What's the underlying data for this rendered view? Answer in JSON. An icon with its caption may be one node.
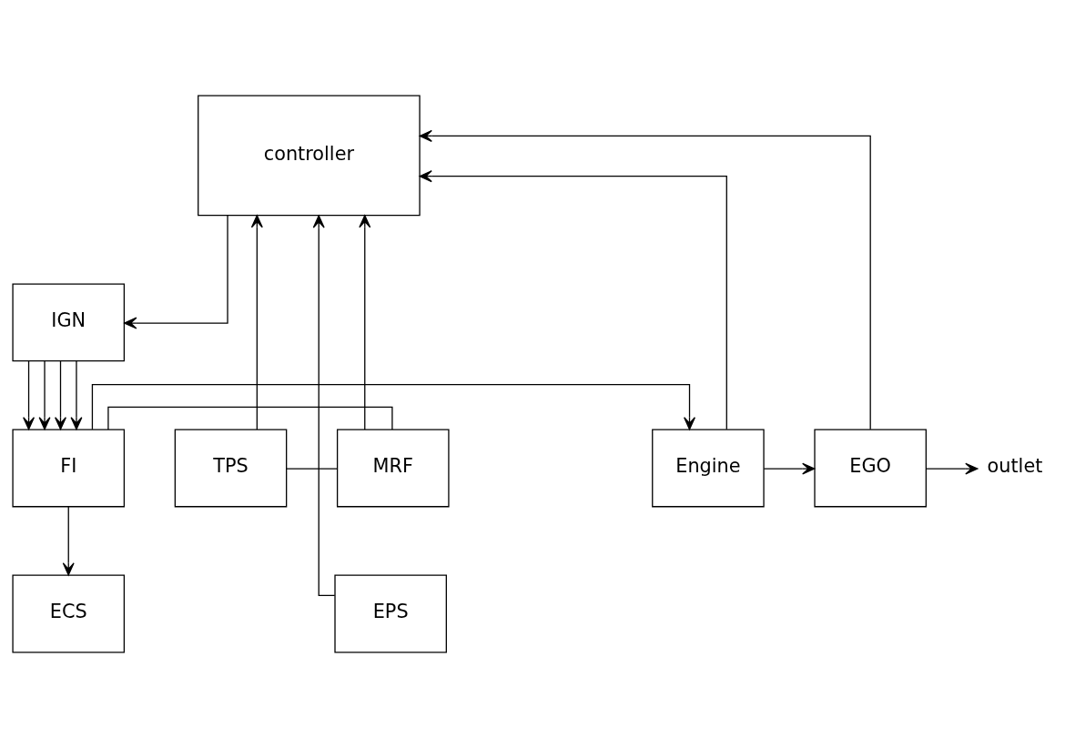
{
  "diagram": {
    "nodes": [
      {
        "text": [
          "controller"
        ]
      },
      {
        "text": [
          "IGN"
        ]
      },
      {
        "text": [
          "TPS"
        ]
      },
      {
        "text": [
          "MRF"
        ]
      },
      {
        "text": [
          "FI"
        ]
      },
      {
        "text": [
          "Engine"
        ]
      },
      {
        "text": [
          "EGO"
        ]
      },
      {
        "text": [
          "outlet"
        ]
      },
      {
        "text": [
          "EPS"
        ]
      },
      {
        "text": [
          "ECS"
        ]
      }
    ],
    "edges": [
      {
        "from": 2,
        "to": 0,
        "arrow": "to"
      },
      {
        "from": 3,
        "to": 0,
        "arrow": "to"
      },
      {
        "from": 0,
        "to": 1,
        "arrow": "to"
      },
      {
        "from": 1,
        "to": 4,
        "arrow": "to"
      },
      {
        "from": 1,
        "to": 4,
        "arrow": "to"
      },
      {
        "from": 1,
        "to": 4,
        "arrow": "to"
      },
      {
        "from": 1,
        "to": 4,
        "arrow": "to"
      },
      {
        "from": 2,
        "to": 3,
        "arrow": "none"
      },
      {
        "from": 3,
        "to": 4,
        "arrow": "none"
      },
      {
        "from": 4,
        "to": 5,
        "arrow": "to"
      },
      {
        "from": 5,
        "to": 0,
        "arrow": "to"
      },
      {
        "from": 5,
        "to": 6,
        "arrow": "to"
      },
      {
        "from": 6,
        "to": 0,
        "arrow": "to"
      },
      {
        "from": 6,
        "to": 7,
        "arrow": "to"
      },
      {
        "from": 8,
        "to": 0,
        "arrow": "to"
      },
      {
        "from": 4,
        "to": 9,
        "arrow": "to"
      }
    ]
  }
}
